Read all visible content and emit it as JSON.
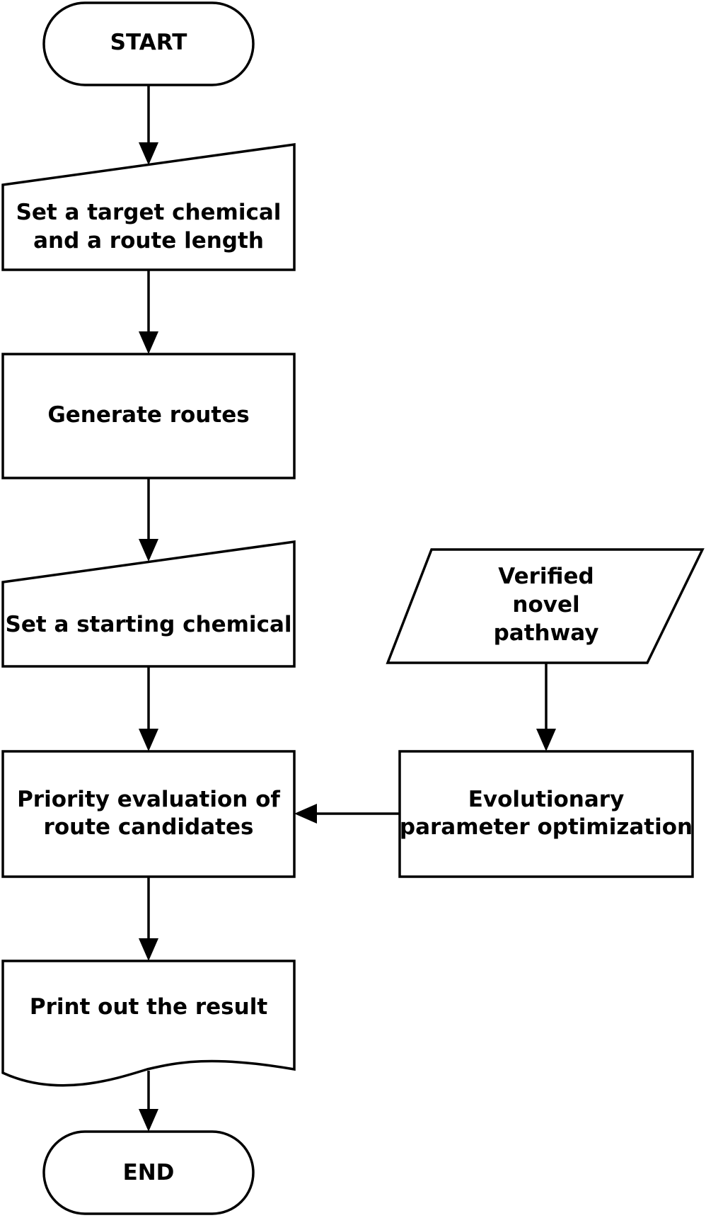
{
  "nodes": {
    "start": {
      "shape": "terminator",
      "lines": [
        "START"
      ]
    },
    "set_target": {
      "shape": "manual-input",
      "lines": [
        "Set a target chemical",
        "and a route length"
      ]
    },
    "generate": {
      "shape": "process",
      "lines": [
        "Generate routes"
      ]
    },
    "set_start": {
      "shape": "manual-input",
      "lines": [
        "Set a starting chemical"
      ]
    },
    "priority": {
      "shape": "process",
      "lines": [
        "Priority evaluation of",
        "route candidates"
      ]
    },
    "print": {
      "shape": "document",
      "lines": [
        "Print out the result"
      ]
    },
    "end": {
      "shape": "terminator",
      "lines": [
        "END"
      ]
    },
    "verified": {
      "shape": "data",
      "lines": [
        "Verified",
        "novel",
        "pathway"
      ]
    },
    "evolutionary": {
      "shape": "process",
      "lines": [
        "Evolutionary",
        "parameter optimization"
      ]
    }
  },
  "edges": [
    {
      "from": "start",
      "to": "set_target"
    },
    {
      "from": "set_target",
      "to": "generate"
    },
    {
      "from": "generate",
      "to": "set_start"
    },
    {
      "from": "set_start",
      "to": "priority"
    },
    {
      "from": "priority",
      "to": "print"
    },
    {
      "from": "print",
      "to": "end"
    },
    {
      "from": "verified",
      "to": "evolutionary"
    },
    {
      "from": "evolutionary",
      "to": "priority"
    }
  ],
  "colors": {
    "stroke": "#000000",
    "fill": "#ffffff",
    "text": "#000000"
  }
}
